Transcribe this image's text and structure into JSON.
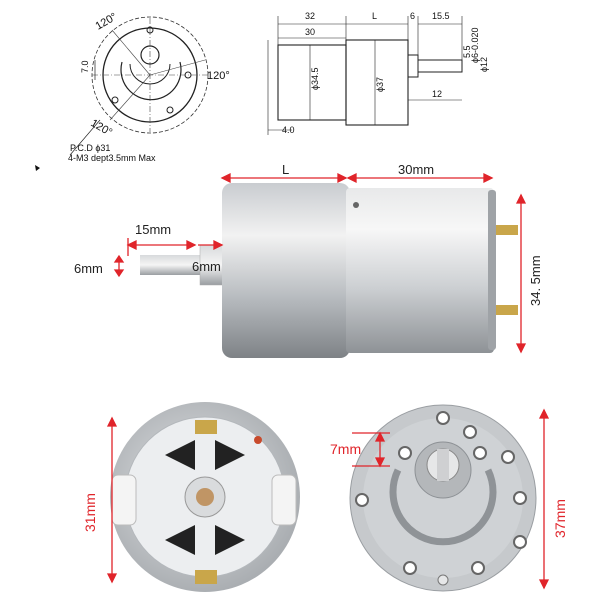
{
  "colors": {
    "dimension_red": "#e0242a",
    "drawing_black": "#222222",
    "motor_silver": "#d4d6d8",
    "motor_shadow": "#9ea2a6",
    "gear_face": "#b9bcbf"
  },
  "drawing_top_left": {
    "angle_top": "120°",
    "angle_right": "120°",
    "angle_bottom": "120°",
    "offset": "7.0",
    "pcd": "P.C.D ϕ31",
    "holes": "4-M3 dept3.5mm Max"
  },
  "drawing_top_right": {
    "dim_32": "32",
    "dim_L": "L",
    "dim_6": "6",
    "dim_15_5": "15.5",
    "dim_30": "30",
    "dim_34_5": "ϕ34.5",
    "dim_37": "ϕ37",
    "dim_5_5": "5.5",
    "dim_6_tol": "ϕ6-0.020",
    "dim_12a": "ϕ12",
    "dim_12b": "12",
    "dim_4": "4.0"
  },
  "side_view": {
    "len_L": "L",
    "len_30": "30mm",
    "shaft_15": "15mm",
    "shaft_6": "6mm",
    "shaft_dia": "6mm",
    "height": "34. 5mm"
  },
  "end_views": {
    "left_dia": "31mm",
    "offset_7": "7mm",
    "right_dia": "37mm"
  }
}
